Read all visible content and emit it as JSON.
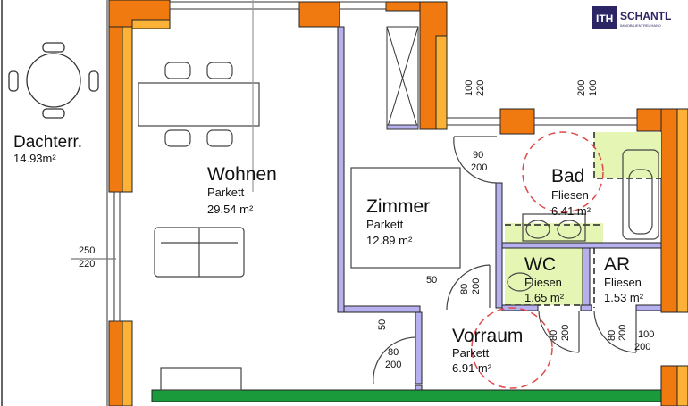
{
  "logo": {
    "mark": "ITH",
    "name": "SCHANTL",
    "tagline": "IMMOBILIENTREUHAND"
  },
  "colors": {
    "wall_outer": "#f07a10",
    "wall_insulation": "#fbb237",
    "wall_inner": "#b7b0ee",
    "tile_area": "#e4f5b4",
    "balcony_rail": "#1a9a3a",
    "turning_circle": "#e04a4a"
  },
  "rooms": [
    {
      "name": "Dachterr.",
      "floor": "",
      "area": "14.93m²"
    },
    {
      "name": "Wohnen",
      "floor": "Parkett",
      "area": "29.54 m²"
    },
    {
      "name": "Zimmer",
      "floor": "Parkett",
      "area": "12.89 m²"
    },
    {
      "name": "Bad",
      "floor": "Fliesen",
      "area": "6.41 m²"
    },
    {
      "name": "WC",
      "floor": "Fliesen",
      "area": "1.65 m²"
    },
    {
      "name": "AR",
      "floor": "Fliesen",
      "area": "1.53 m²"
    },
    {
      "name": "Vorraum",
      "floor": "Parkett",
      "area": "6.91 m²"
    }
  ],
  "dimensions": {
    "terrace_door": [
      "250",
      "220"
    ],
    "window_zimmer": [
      "100",
      "220"
    ],
    "window_bad": [
      "200",
      "100"
    ],
    "bad_door": [
      "90",
      "200"
    ],
    "zimmer_door": [
      "80",
      "200"
    ],
    "zimmer_offset": "50",
    "entry_offset": "50",
    "entry_door": [
      "80",
      "200"
    ],
    "wc_door": [
      "80",
      "200"
    ],
    "ar_door": [
      "80",
      "200"
    ],
    "exit_door": [
      "100",
      "200"
    ]
  }
}
